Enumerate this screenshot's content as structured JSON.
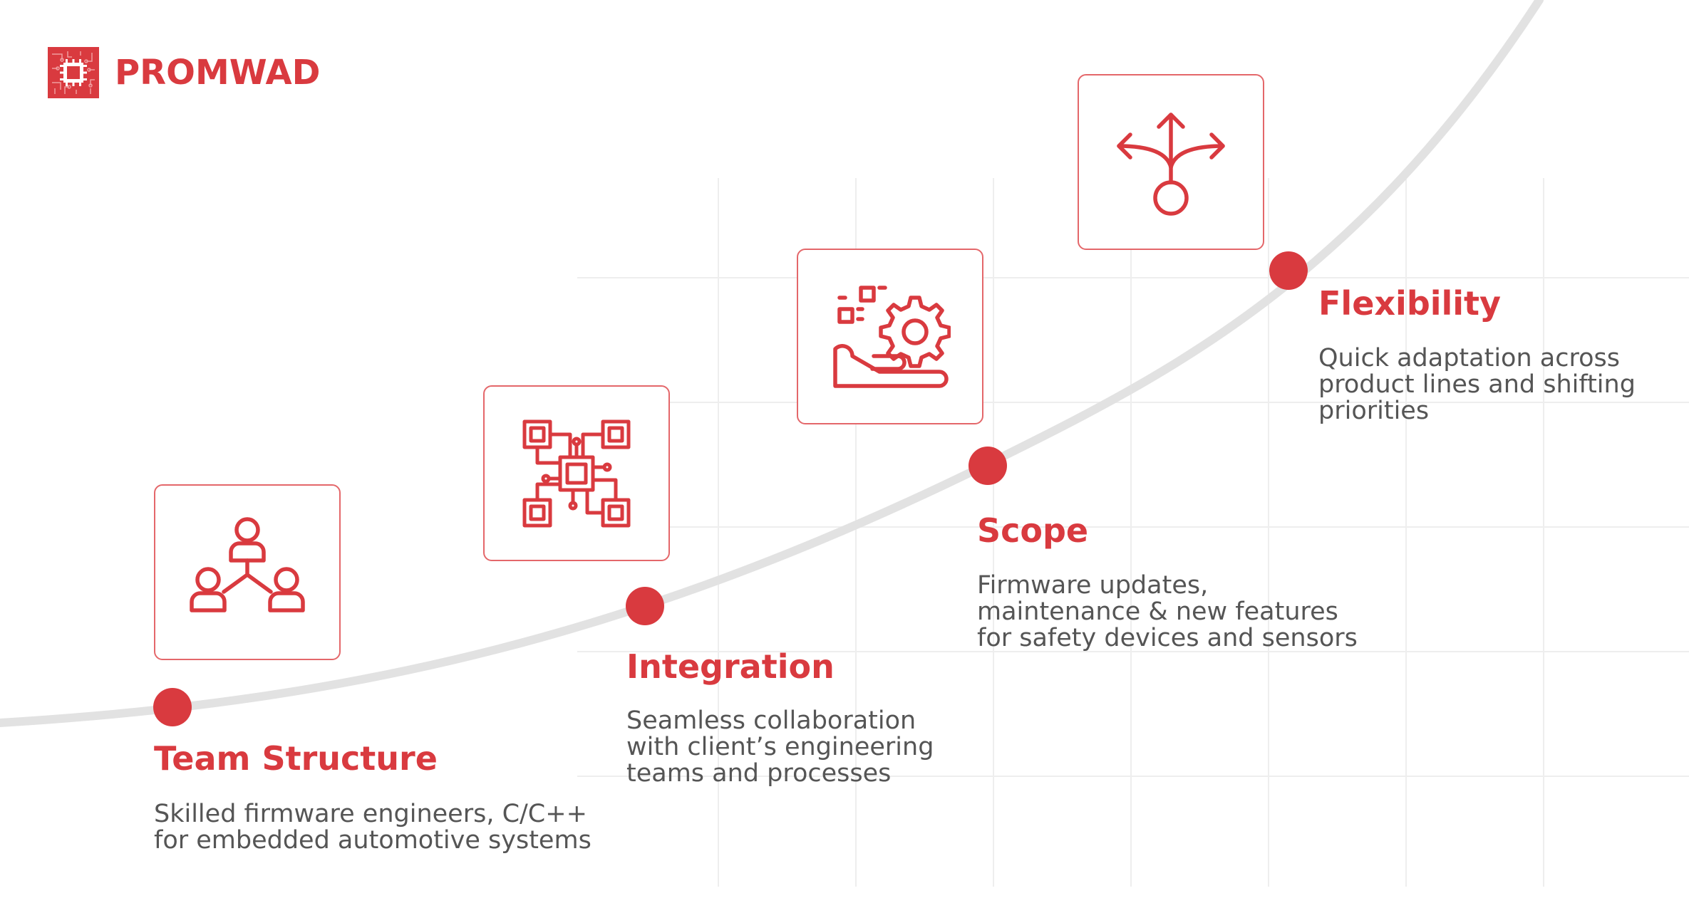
{
  "brand": {
    "name": "PROMWAD",
    "accent_color": "#d93a3f",
    "logo_icon": "chip-logo-icon"
  },
  "steps": [
    {
      "title": "Team Structure",
      "description": "Skilled firmware engineers, C/C++\nfor embedded automotive systems",
      "icon": "team-hierarchy-icon"
    },
    {
      "title": "Integration",
      "description": "Seamless collaboration\nwith client’s engineering\nteams and processes",
      "icon": "circuit-chip-icon"
    },
    {
      "title": "Scope",
      "description": "Firmware updates,\nmaintenance & new features\nfor safety devices and sensors",
      "icon": "hand-gear-icon"
    },
    {
      "title": "Flexibility",
      "description": "Quick adaptation across\nproduct lines and shifting\npriorities",
      "icon": "branching-arrows-icon"
    }
  ]
}
